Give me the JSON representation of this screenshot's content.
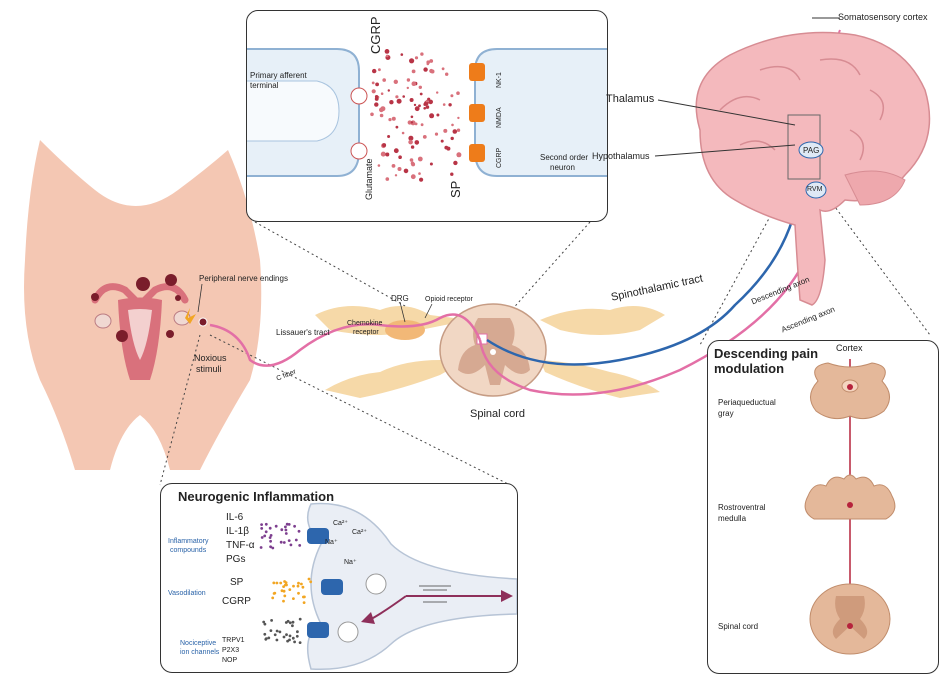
{
  "synapse": {
    "primary_afferent": [
      "Primary afferent",
      "terminal"
    ],
    "cgrp": "CGRP",
    "glutamate": "Glutamate",
    "sp": "SP",
    "second_order": [
      "Second order",
      "neuron"
    ],
    "receptors": [
      "NK-1",
      "NMDA",
      "CGRP"
    ]
  },
  "brain": {
    "somatosensory_cortex": "Somatosensory cortex",
    "thalamus": "Thalamus",
    "hypothalamus": "Hypothalamus",
    "pag": "PAG",
    "rvm": "RVM"
  },
  "pathway": {
    "peripheral_nerve_endings": "Peripheral nerve endings",
    "noxious_stimuli": [
      "Noxious",
      "stimuli"
    ],
    "lissauers_tract": "Lissauer's tract",
    "c_fiber": "C fiber",
    "drg": "DRG",
    "opioid_receptor": "Opioid receptor",
    "chemokine_receptor": [
      "Chemokine",
      "receptor"
    ],
    "spinal_cord": "Spinal cord",
    "spinothalamic_tract": "Spinothalamic tract",
    "descending_axon": "Descending axon",
    "ascending_axon": "Ascending axon"
  },
  "neurogenic": {
    "title": "Neurogenic Inflammation",
    "mediators_group1": [
      "IL-6",
      "IL-1β",
      "TNF-α",
      "PGs"
    ],
    "inflammatory_compounds": [
      "Inflammatory",
      "compounds"
    ],
    "mediators_group2": [
      "SP",
      "CGRP"
    ],
    "vasodilation": "Vasodilation",
    "nociceptive": [
      "Nociceptive",
      "ion channels"
    ],
    "channels": [
      "TRPV1",
      "P2X3",
      "NOP"
    ],
    "ions": [
      "Ca²⁺",
      "Na⁺",
      "Na⁺",
      "Ca²⁺"
    ]
  },
  "descending": {
    "title": [
      "Descending pain",
      "modulation"
    ],
    "cortex": "Cortex",
    "levels": [
      [
        "Periaqueductual",
        "gray"
      ],
      [
        "Rostroventral",
        "medulla"
      ],
      [
        "Spinal cord"
      ]
    ]
  },
  "colors": {
    "skin": "#f4c7b3",
    "uterus": "#d9717c",
    "cord_gray": "#e8c4a6",
    "wing": "#f6d9a8",
    "brain": "#f4b9bd",
    "ascending": "#e36fa6",
    "descending": "#2d66ad"
  }
}
